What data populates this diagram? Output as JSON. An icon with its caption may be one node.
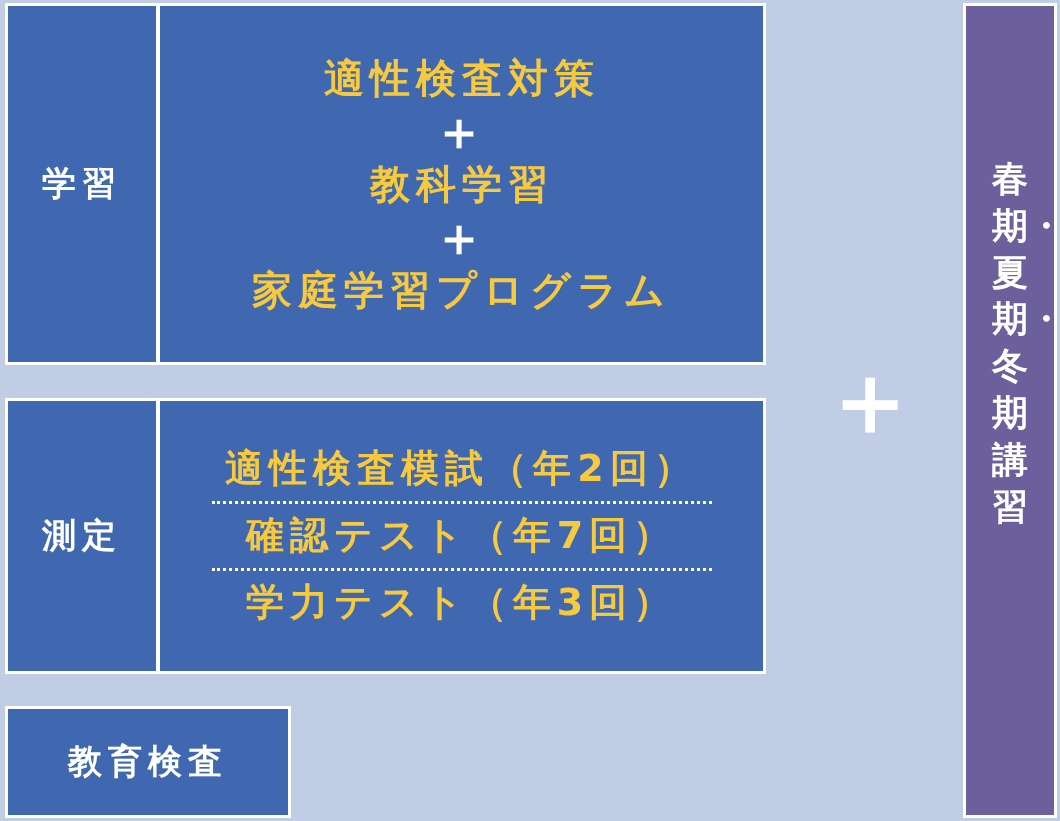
{
  "diagram": {
    "nodes": [
      {
        "text": [
          "学習"
        ]
      },
      {
        "text": [
          "適性検査対策",
          "＋",
          "教科学習",
          "＋",
          "家庭学習プログラム"
        ]
      },
      {
        "text": [
          "測定"
        ]
      },
      {
        "text": [
          "適性検査模試（年2回）",
          "確認テスト（年7回）",
          "学力テスト（年3回）"
        ]
      },
      {
        "text": [
          "教育検査"
        ]
      },
      {
        "text": [
          "春期・夏期・冬期講習"
        ]
      }
    ],
    "labels": [
      "＋"
    ]
  }
}
